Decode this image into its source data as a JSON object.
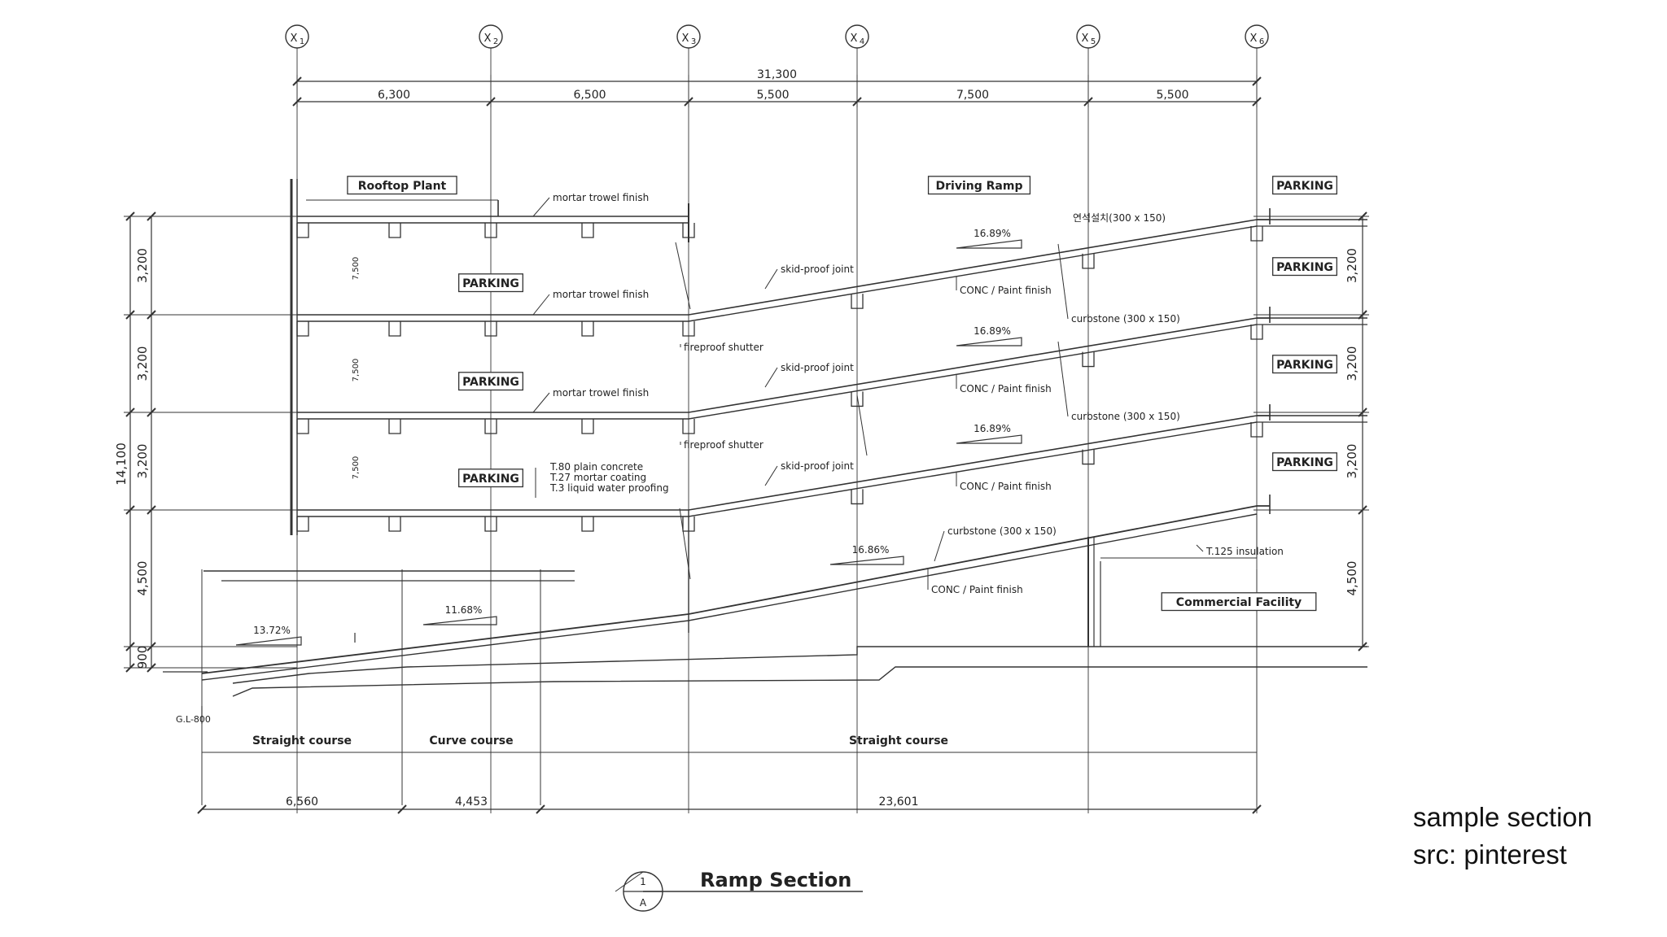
{
  "grid_axes": [
    "X1",
    "X2",
    "X3",
    "X4",
    "X5",
    "X6"
  ],
  "total_dimension": "31,300",
  "bay_dimensions": [
    "6,300",
    "6,500",
    "5,500",
    "7,500",
    "5,500"
  ],
  "height_total": "14,100",
  "storey_heights": [
    "3,200",
    "3,200",
    "3,200",
    "4,500",
    "900"
  ],
  "right_storey_heights": [
    "3,200",
    "3,200",
    "3,200",
    "4,500"
  ],
  "inner_dims": [
    "7,500",
    "7,500",
    "7,500"
  ],
  "labels": {
    "rooftop_plant": "Rooftop Plant",
    "driving_ramp": "Driving Ramp",
    "parking": "PARKING",
    "commercial_facility": "Commercial Facility",
    "mortar_trowel_finish": "mortar trowel finish",
    "skid_proof_joint": "skid-proof joint",
    "conc_paint_finish": "CONC / Paint finish",
    "fireproof_shutter": "fireproof shutter",
    "curbstone_top": "연석설치(300 x 150)",
    "curbstone": "curbstone (300 x 150)",
    "insulation": "T.125 insulation",
    "gl": "G.L-800",
    "layers": [
      "T.80 plain concrete",
      "T.27 mortar coating",
      "T.3  liquid water proofing"
    ]
  },
  "slopes": [
    "16.89%",
    "16.89%",
    "16.89%",
    "16.86%",
    "11.68%",
    "13.72%"
  ],
  "courses": [
    "Straight course",
    "Curve course",
    "Straight course"
  ],
  "course_dimensions": [
    "6,560",
    "4,453",
    "23,601"
  ],
  "section_marker": {
    "number": "1",
    "sheet": "A"
  },
  "title": "Ramp Section",
  "caption": {
    "line1": "sample section",
    "line2": "src: pinterest"
  }
}
